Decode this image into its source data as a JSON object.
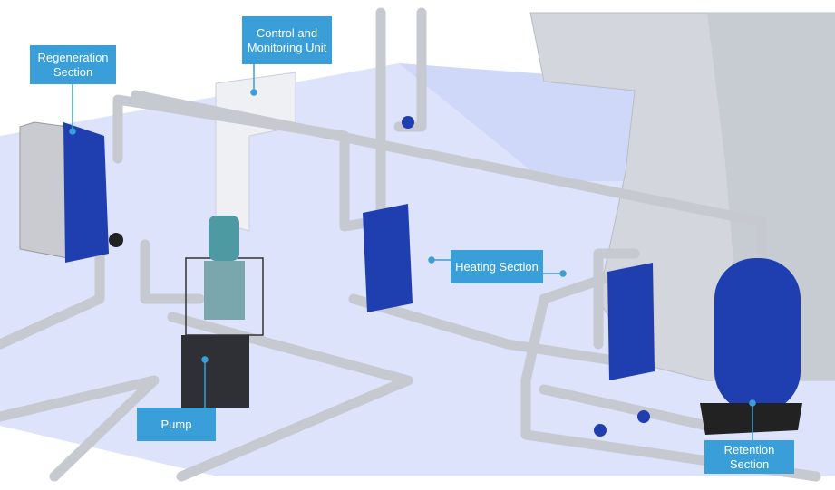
{
  "labels": {
    "regeneration": "Regeneration Section",
    "control": "Control and Monitoring Unit",
    "heating": "Heating Section",
    "pump": "Pump",
    "retention": "Retention Section"
  },
  "colors": {
    "label_bg": "#3a9fd8",
    "label_text": "#ffffff",
    "floor": "#dce3fb",
    "pipe": "#cdd0d6",
    "equipment_blue": "#1f3fb0",
    "tower": "#d3d6dc"
  }
}
